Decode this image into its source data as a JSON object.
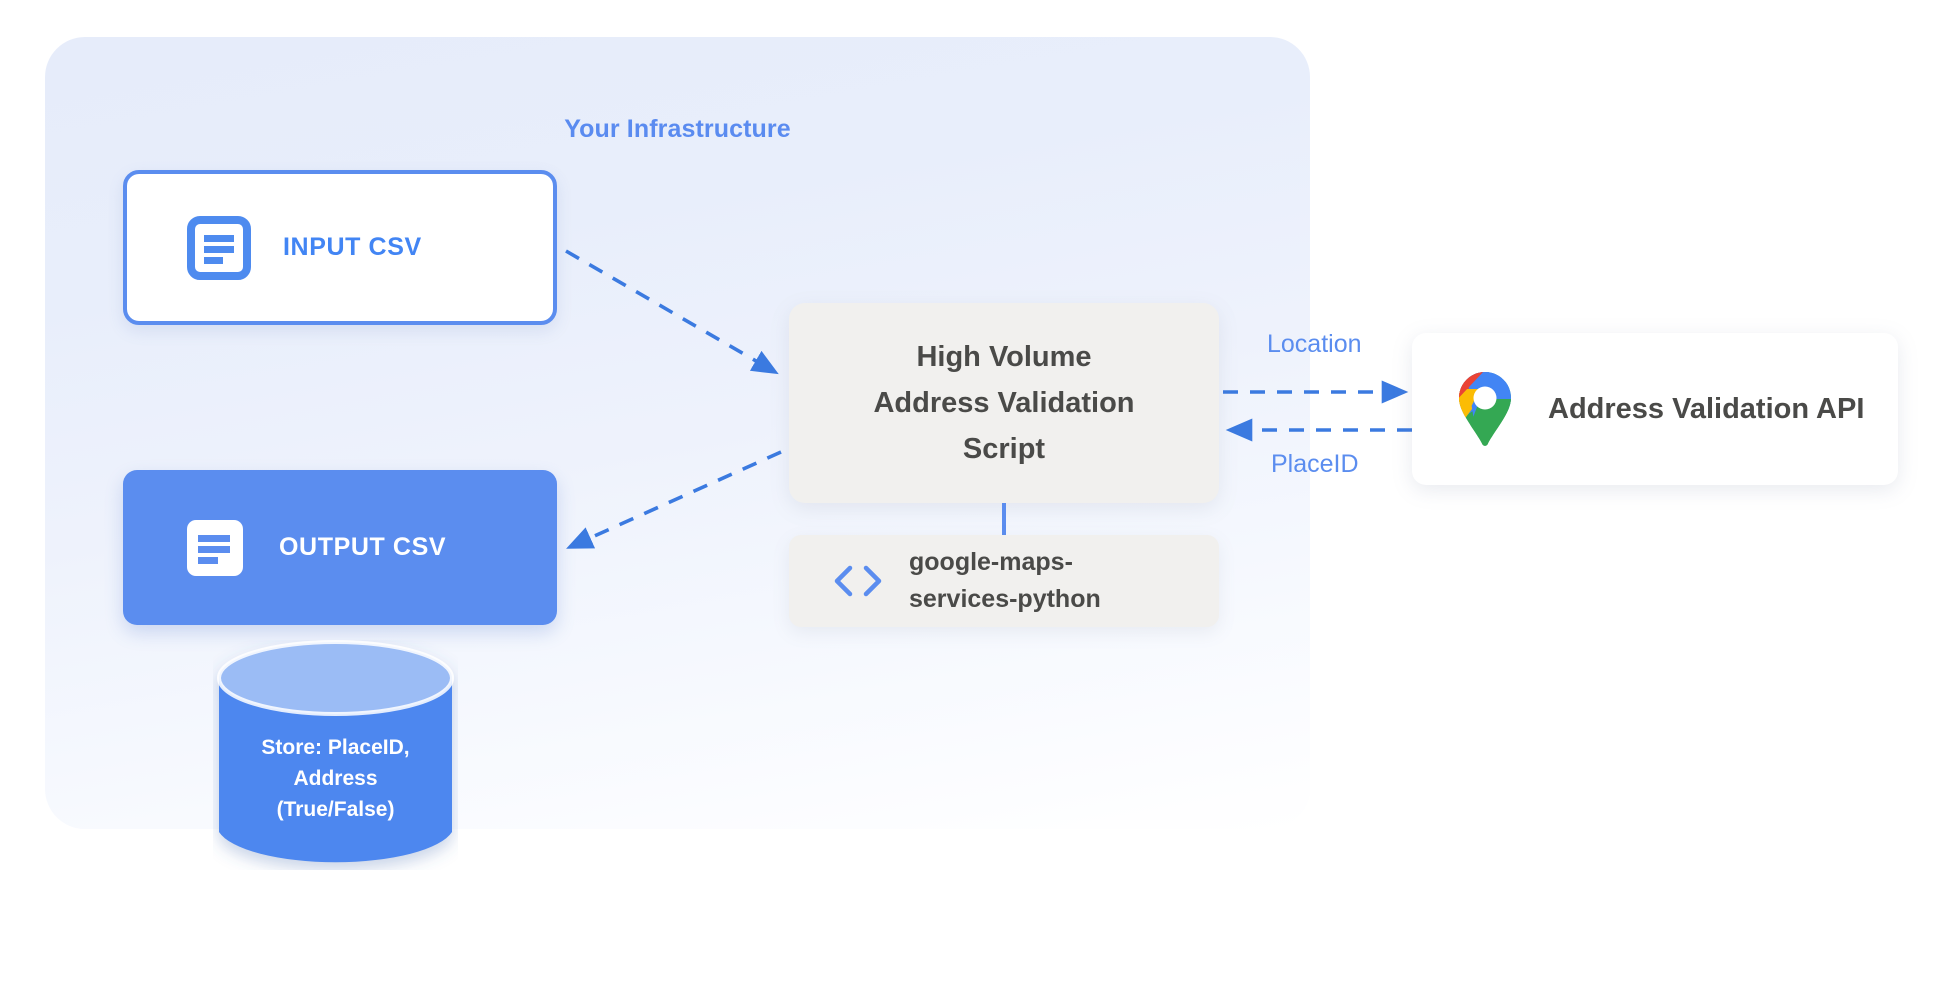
{
  "panel": {
    "title": "Your Infrastructure",
    "title_color": "#5a8bf0",
    "background_top": "#e6ecfa",
    "background_bottom": "#ffffff"
  },
  "nodes": {
    "input_csv": {
      "label": "INPUT CSV",
      "icon": "document-icon",
      "text_color": "#4285f4",
      "border_color": "#5b8def",
      "fill": "#ffffff"
    },
    "output_csv": {
      "label": "OUTPUT CSV",
      "icon": "document-icon",
      "text_color": "#ffffff",
      "fill": "#5b8def"
    },
    "script": {
      "line1": "High Volume",
      "line2": "Address Validation",
      "line3": "Script",
      "fill": "#f1f0ee",
      "text_color": "#4a4a48"
    },
    "library": {
      "line1": "google-maps-",
      "line2": "services-python",
      "icon": "code-brackets-icon",
      "icon_color": "#5b8def",
      "fill": "#f1f0ee",
      "text_color": "#4a4a48"
    },
    "api": {
      "label": "Address Validation API",
      "icon": "google-maps-pin-icon",
      "fill": "#ffffff",
      "text_color": "#4a4a48"
    },
    "database": {
      "line1": "Store: PlaceID,",
      "line2": "Address",
      "line3": "(True/False)",
      "body_fill": "#4d87ef",
      "top_fill": "#9bbcf5",
      "text_color": "#ffffff"
    }
  },
  "edges": {
    "input_to_script": {
      "style": "dashed",
      "color": "#3b7ae0",
      "direction": "to-script"
    },
    "script_to_output": {
      "style": "dashed",
      "color": "#3b7ae0",
      "direction": "to-output"
    },
    "script_to_api": {
      "label": "Location",
      "style": "dashed",
      "color": "#3b7ae0",
      "direction": "right"
    },
    "api_to_script": {
      "label": "PlaceID",
      "style": "dashed",
      "color": "#3b7ae0",
      "direction": "left"
    },
    "script_to_library": {
      "style": "solid",
      "color": "#5b8def"
    }
  }
}
